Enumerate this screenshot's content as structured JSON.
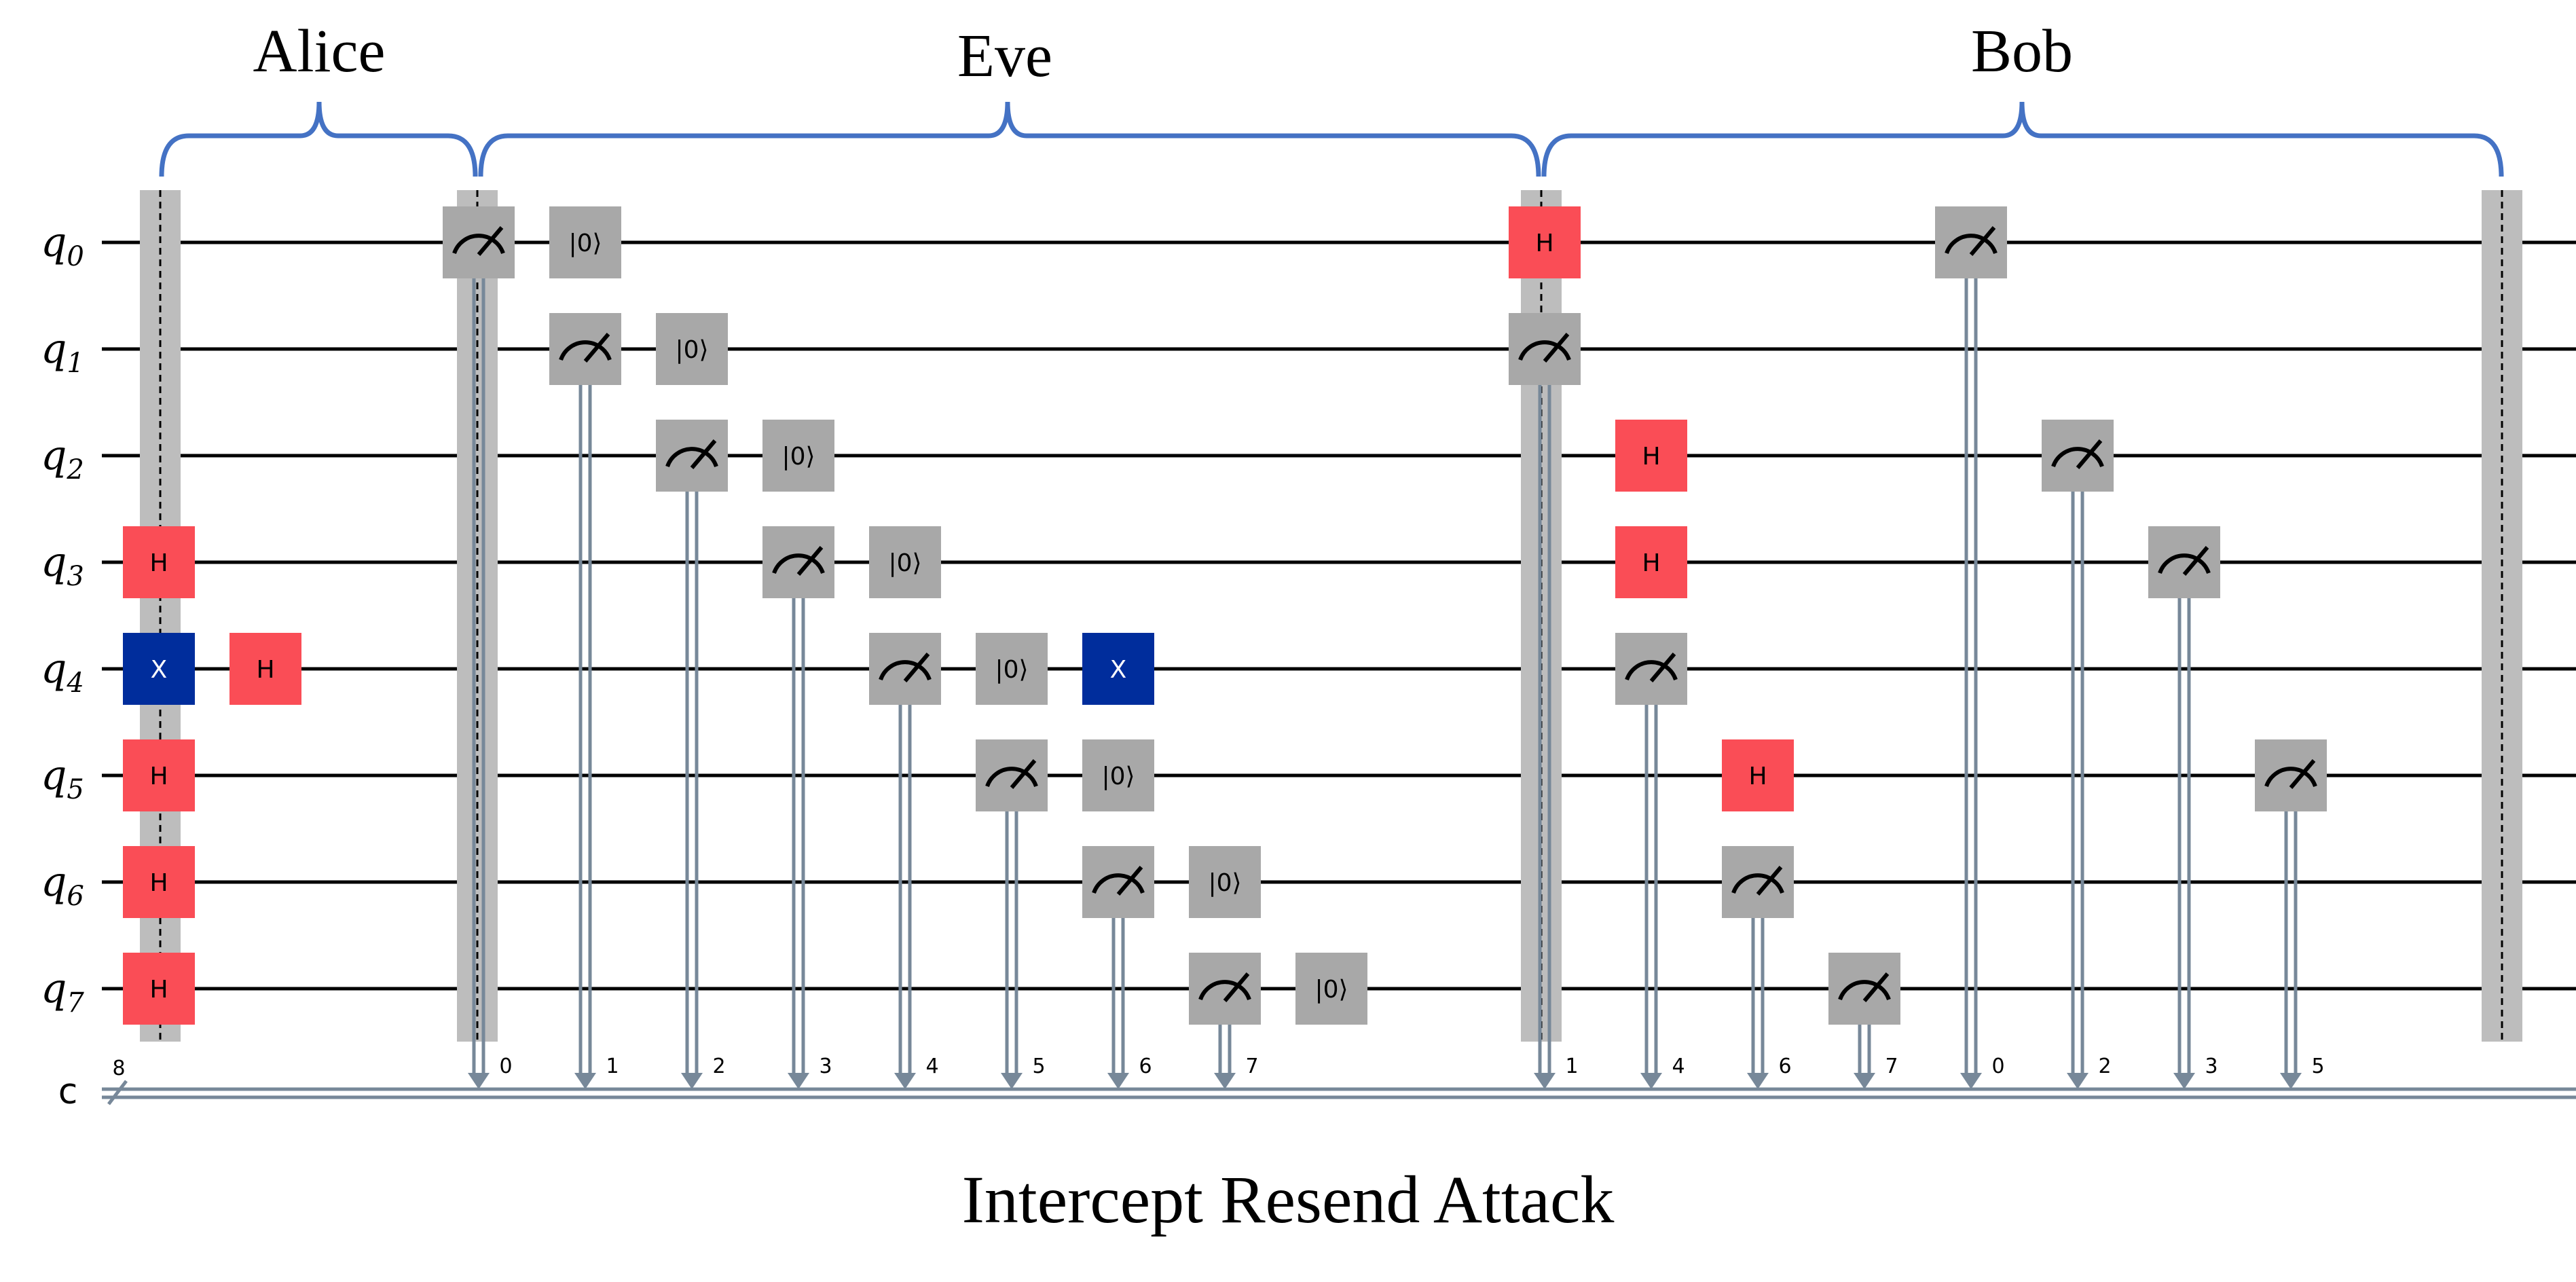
{
  "caption": "Intercept Resend Attack",
  "parties": [
    {
      "name": "Alice"
    },
    {
      "name": "Eve"
    },
    {
      "name": "Bob"
    }
  ],
  "qubits": [
    {
      "base": "q",
      "index": "0"
    },
    {
      "base": "q",
      "index": "1"
    },
    {
      "base": "q",
      "index": "2"
    },
    {
      "base": "q",
      "index": "3"
    },
    {
      "base": "q",
      "index": "4"
    },
    {
      "base": "q",
      "index": "5"
    },
    {
      "base": "q",
      "index": "6"
    },
    {
      "base": "q",
      "index": "7"
    }
  ],
  "classical_register": {
    "name": "c",
    "size": "8"
  },
  "colors": {
    "brace": "#4472c4",
    "hadamard": "#fa4d56",
    "pauli_x": "#002d9c",
    "measure": "#a8a8a8",
    "reset": "#a8a8a8",
    "classical_wire": "#778899",
    "barrier": "#bdbdbd",
    "wire": "#000000"
  },
  "gates": [
    {
      "type": "H",
      "label": "H",
      "qubit": 3,
      "column": 1
    },
    {
      "type": "X",
      "label": "X",
      "qubit": 4,
      "column": 1
    },
    {
      "type": "H",
      "label": "H",
      "qubit": 4,
      "column": 2
    },
    {
      "type": "H",
      "label": "H",
      "qubit": 5,
      "column": 1
    },
    {
      "type": "H",
      "label": "H",
      "qubit": 6,
      "column": 1
    },
    {
      "type": "H",
      "label": "H",
      "qubit": 7,
      "column": 1
    },
    {
      "type": "measure",
      "qubit": 0,
      "column": 4,
      "clbit": "0"
    },
    {
      "type": "reset",
      "label": "|0⟩",
      "qubit": 0,
      "column": 5
    },
    {
      "type": "measure",
      "qubit": 1,
      "column": 5,
      "clbit": "1"
    },
    {
      "type": "reset",
      "label": "|0⟩",
      "qubit": 1,
      "column": 6
    },
    {
      "type": "measure",
      "qubit": 2,
      "column": 6,
      "clbit": "2"
    },
    {
      "type": "reset",
      "label": "|0⟩",
      "qubit": 2,
      "column": 7
    },
    {
      "type": "measure",
      "qubit": 3,
      "column": 7,
      "clbit": "3"
    },
    {
      "type": "reset",
      "label": "|0⟩",
      "qubit": 3,
      "column": 8
    },
    {
      "type": "measure",
      "qubit": 4,
      "column": 8,
      "clbit": "4"
    },
    {
      "type": "reset",
      "label": "|0⟩",
      "qubit": 4,
      "column": 9
    },
    {
      "type": "X",
      "label": "X",
      "qubit": 4,
      "column": 10
    },
    {
      "type": "measure",
      "qubit": 5,
      "column": 9,
      "clbit": "5"
    },
    {
      "type": "reset",
      "label": "|0⟩",
      "qubit": 5,
      "column": 10
    },
    {
      "type": "measure",
      "qubit": 6,
      "column": 10,
      "clbit": "6"
    },
    {
      "type": "reset",
      "label": "|0⟩",
      "qubit": 6,
      "column": 11
    },
    {
      "type": "measure",
      "qubit": 7,
      "column": 11,
      "clbit": "7"
    },
    {
      "type": "reset",
      "label": "|0⟩",
      "qubit": 7,
      "column": 12
    },
    {
      "type": "H",
      "label": "H",
      "qubit": 0,
      "column": 14
    },
    {
      "type": "measure",
      "qubit": 1,
      "column": 14,
      "clbit": "1"
    },
    {
      "type": "H",
      "label": "H",
      "qubit": 2,
      "column": 15
    },
    {
      "type": "H",
      "label": "H",
      "qubit": 3,
      "column": 15
    },
    {
      "type": "measure",
      "qubit": 4,
      "column": 15,
      "clbit": "4"
    },
    {
      "type": "H",
      "label": "H",
      "qubit": 5,
      "column": 16
    },
    {
      "type": "measure",
      "qubit": 6,
      "column": 16,
      "clbit": "6"
    },
    {
      "type": "measure",
      "qubit": 7,
      "column": 17,
      "clbit": "7"
    },
    {
      "type": "measure",
      "qubit": 0,
      "column": 18,
      "clbit": "0"
    },
    {
      "type": "measure",
      "qubit": 2,
      "column": 19,
      "clbit": "2"
    },
    {
      "type": "measure",
      "qubit": 3,
      "column": 20,
      "clbit": "3"
    },
    {
      "type": "measure",
      "qubit": 5,
      "column": 21,
      "clbit": "5"
    }
  ]
}
